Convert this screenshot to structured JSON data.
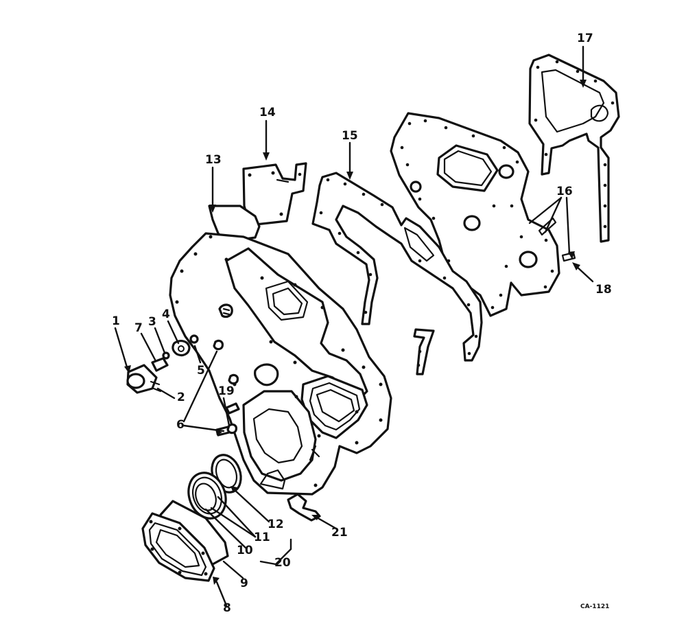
{
  "callouts": {
    "c1": "1",
    "c2": "2",
    "c3": "3",
    "c4": "4",
    "c5": "5",
    "c6": "6",
    "c7": "7",
    "c8": "8",
    "c9": "9",
    "c10": "10",
    "c11": "11",
    "c12": "12",
    "c13": "13",
    "c14": "14",
    "c15": "15",
    "c16": "16",
    "c17": "17",
    "c18": "18",
    "c19": "19",
    "c20": "20",
    "c21": "21"
  },
  "figure_code": "CA-1121"
}
